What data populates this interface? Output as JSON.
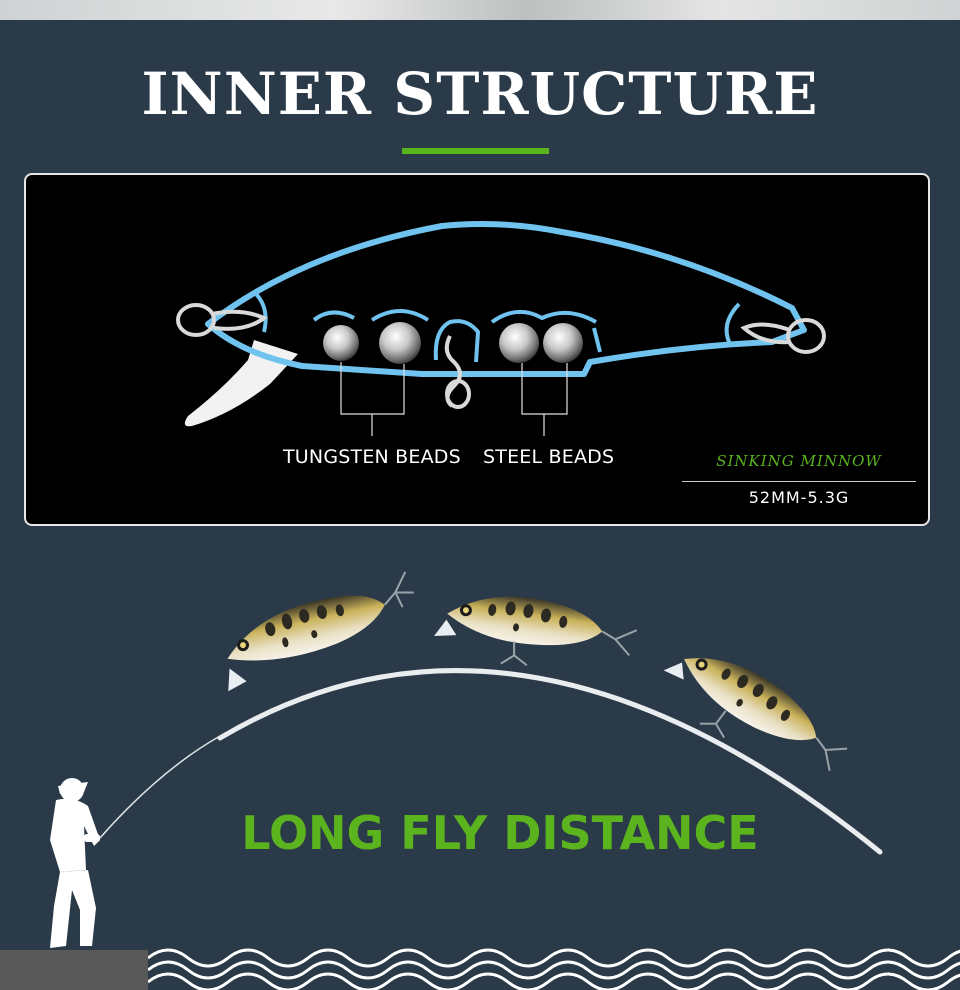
{
  "header": {
    "title": "INNER STRUCTURE"
  },
  "structure": {
    "tungsten_label": "TUNGSTEN BEADS",
    "steel_label": "STEEL BEADS",
    "model_name": "SINKING MINNOW",
    "spec": "52MM-5.3G"
  },
  "banner": {
    "headline": "LONG FLY DISTANCE"
  },
  "colors": {
    "accent_green": "#5bb41e",
    "background": "#2b3a48",
    "outline_blue": "#6fc3ee"
  }
}
